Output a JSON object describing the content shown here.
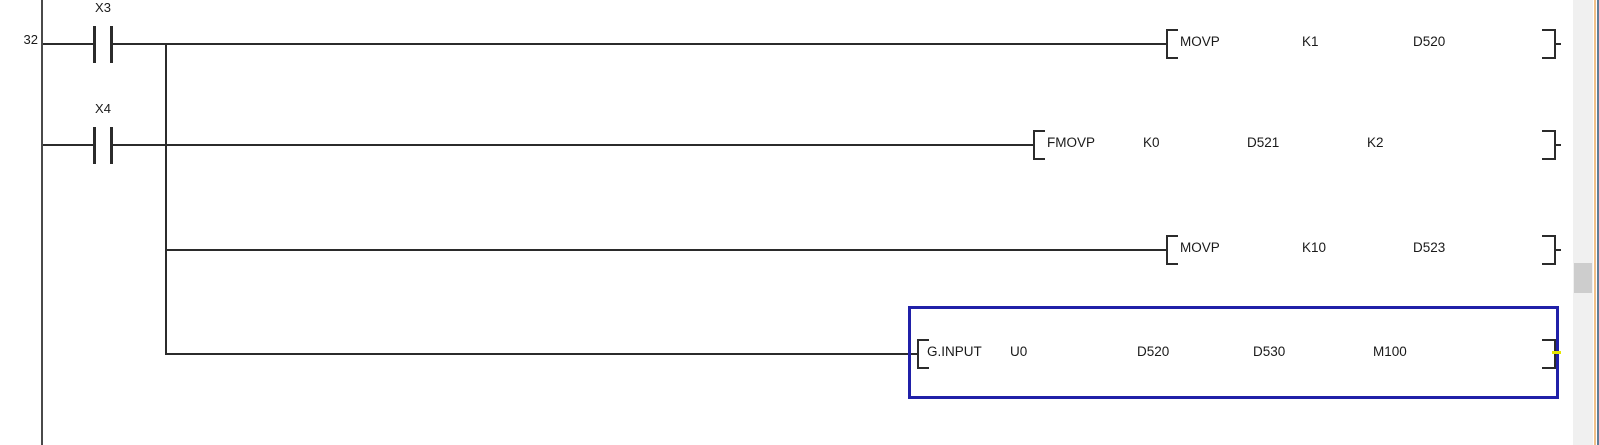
{
  "ladder": {
    "rung_number": "32",
    "contacts": [
      {
        "label": "X3",
        "type": "normally-open"
      },
      {
        "label": "X4",
        "type": "normally-open"
      }
    ],
    "branches": [
      {
        "mnemonic": "MOVP",
        "operands": [
          "K1",
          "D520"
        ]
      },
      {
        "mnemonic": "FMOVP",
        "operands": [
          "K0",
          "D521",
          "K2"
        ]
      },
      {
        "mnemonic": "MOVP",
        "operands": [
          "K10",
          "D523"
        ]
      },
      {
        "mnemonic": "G.INPUT",
        "operands": [
          "U0",
          "D520",
          "D530",
          "M100"
        ],
        "selected": true
      }
    ]
  },
  "scrollbar": {
    "orientation": "vertical"
  },
  "colors": {
    "line": "#2b2b2b",
    "rail": "#4a4a4a",
    "text": "#1a1a1a",
    "selection_border": "#2020a8",
    "selection_tick": "#e6e600",
    "scrollbar_track": "#f0f0f0",
    "scrollbar_thumb": "#cdcdcd",
    "edge_line_peach": "#f0c08a",
    "edge_line_slate": "#5f7e99"
  }
}
